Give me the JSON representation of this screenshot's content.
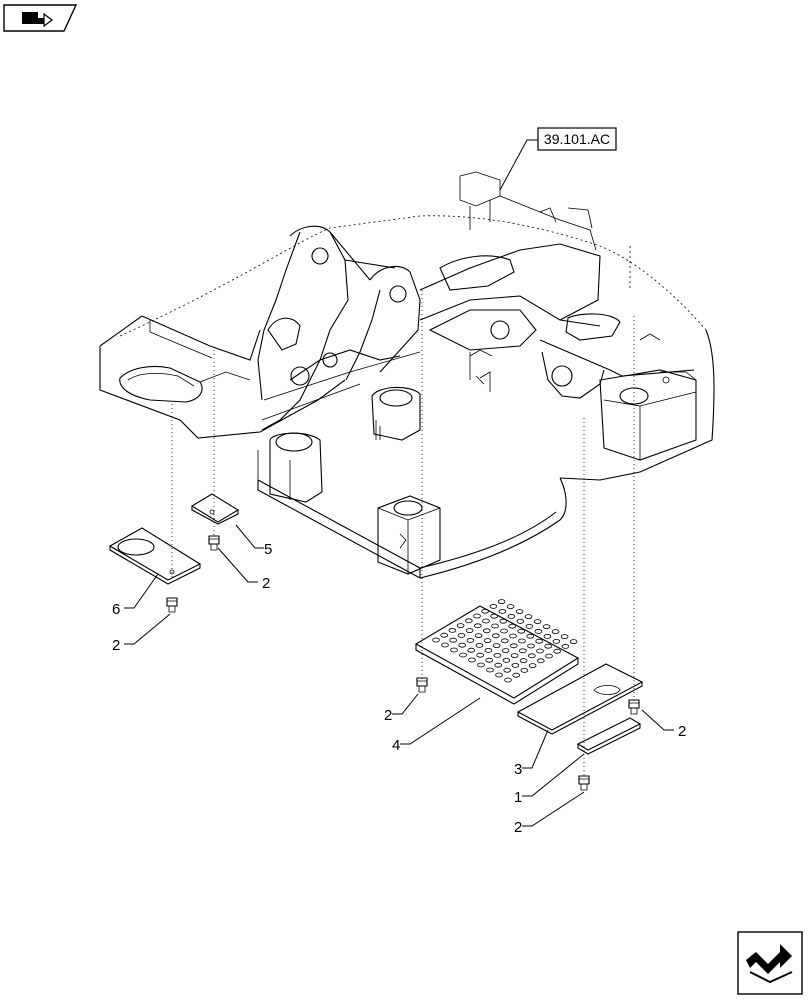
{
  "reference_tag": "39.101.AC",
  "callouts": {
    "c1": "1",
    "c2a": "2",
    "c2b": "2",
    "c2c": "2",
    "c2d": "2",
    "c2e": "2",
    "c3": "3",
    "c4": "4",
    "c5": "5",
    "c6": "6"
  },
  "icons": {
    "top_left": "book-navigation-icon",
    "bottom_right": "next-page-arrow-icon"
  }
}
